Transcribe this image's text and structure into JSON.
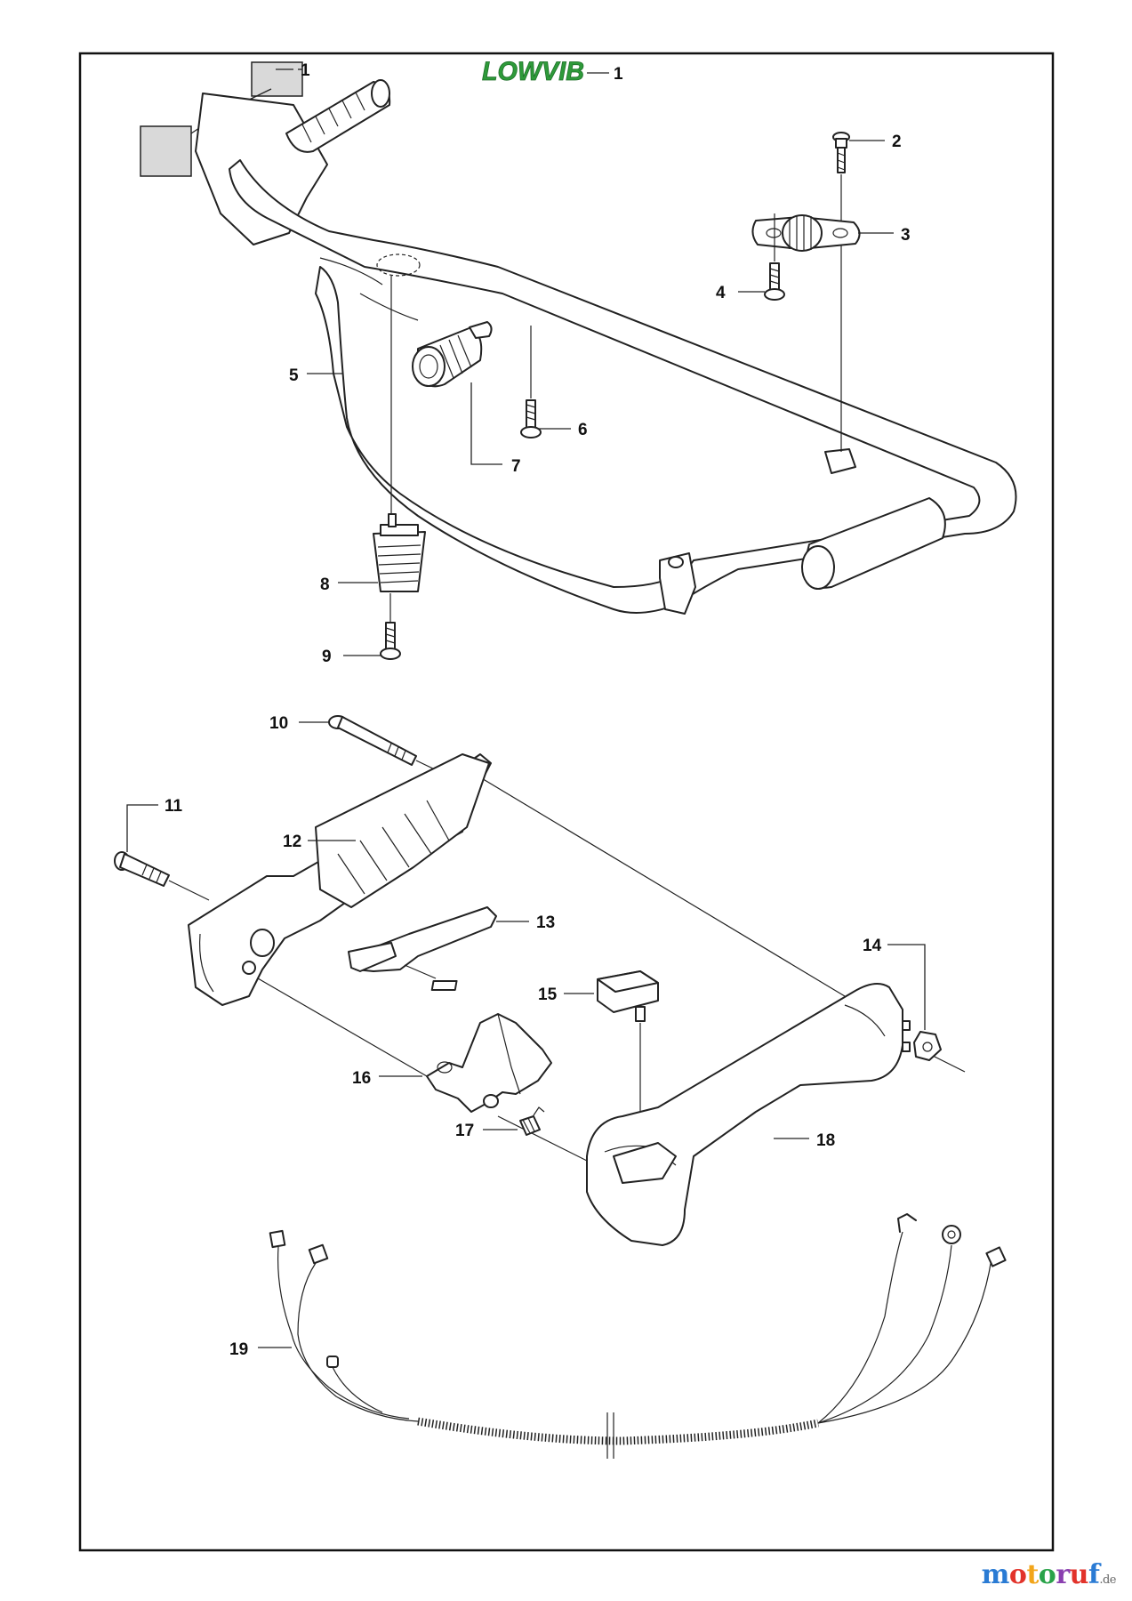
{
  "diagram": {
    "logo_text": "LOWVIB",
    "callouts": [
      {
        "id": "1a",
        "label": "1"
      },
      {
        "id": "1b",
        "label": "1"
      },
      {
        "id": "2",
        "label": "2"
      },
      {
        "id": "3",
        "label": "3"
      },
      {
        "id": "4",
        "label": "4"
      },
      {
        "id": "5",
        "label": "5"
      },
      {
        "id": "6",
        "label": "6"
      },
      {
        "id": "7",
        "label": "7"
      },
      {
        "id": "8",
        "label": "8"
      },
      {
        "id": "9",
        "label": "9"
      },
      {
        "id": "10",
        "label": "10"
      },
      {
        "id": "11",
        "label": "11"
      },
      {
        "id": "12",
        "label": "12"
      },
      {
        "id": "13",
        "label": "13"
      },
      {
        "id": "14",
        "label": "14"
      },
      {
        "id": "15",
        "label": "15"
      },
      {
        "id": "16",
        "label": "16"
      },
      {
        "id": "17",
        "label": "17"
      },
      {
        "id": "18",
        "label": "18"
      },
      {
        "id": "19",
        "label": "19"
      }
    ]
  },
  "watermark": {
    "letters": [
      "m",
      "o",
      "t",
      "o",
      "r",
      "u",
      "f"
    ],
    "colors": [
      "#2a7bd4",
      "#e2332b",
      "#f2a51a",
      "#2aa34a",
      "#8a3fb0",
      "#e2332b",
      "#2a7bd4"
    ],
    "suffix": ".de"
  }
}
